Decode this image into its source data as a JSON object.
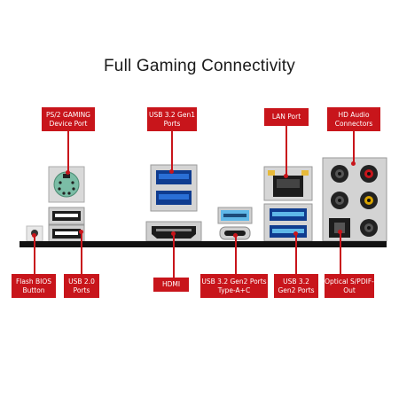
{
  "title": "Full Gaming Connectivity",
  "callouts": {
    "ps2": "PS/2 GAMING Device Port",
    "usb32g1": "USB 3.2 Gen1 Ports",
    "lan": "LAN Port",
    "hdaudio": "HD Audio Connectors",
    "flashbios": "Flash BIOS Button",
    "usb20": "USB 2.0 Ports",
    "hdmi": "HDMI",
    "usb32g2ac": "USB 3.2 Gen2 Ports Type-A+C",
    "usb32g2": "USB 3.2 Gen2 Ports",
    "optical": "Optical S/PDIF-Out"
  },
  "colors": {
    "accent": "#c8151b",
    "usb3_blue": "#2a6fd6",
    "usb31_cyan": "#5fb8e8",
    "board_black": "#111111"
  }
}
